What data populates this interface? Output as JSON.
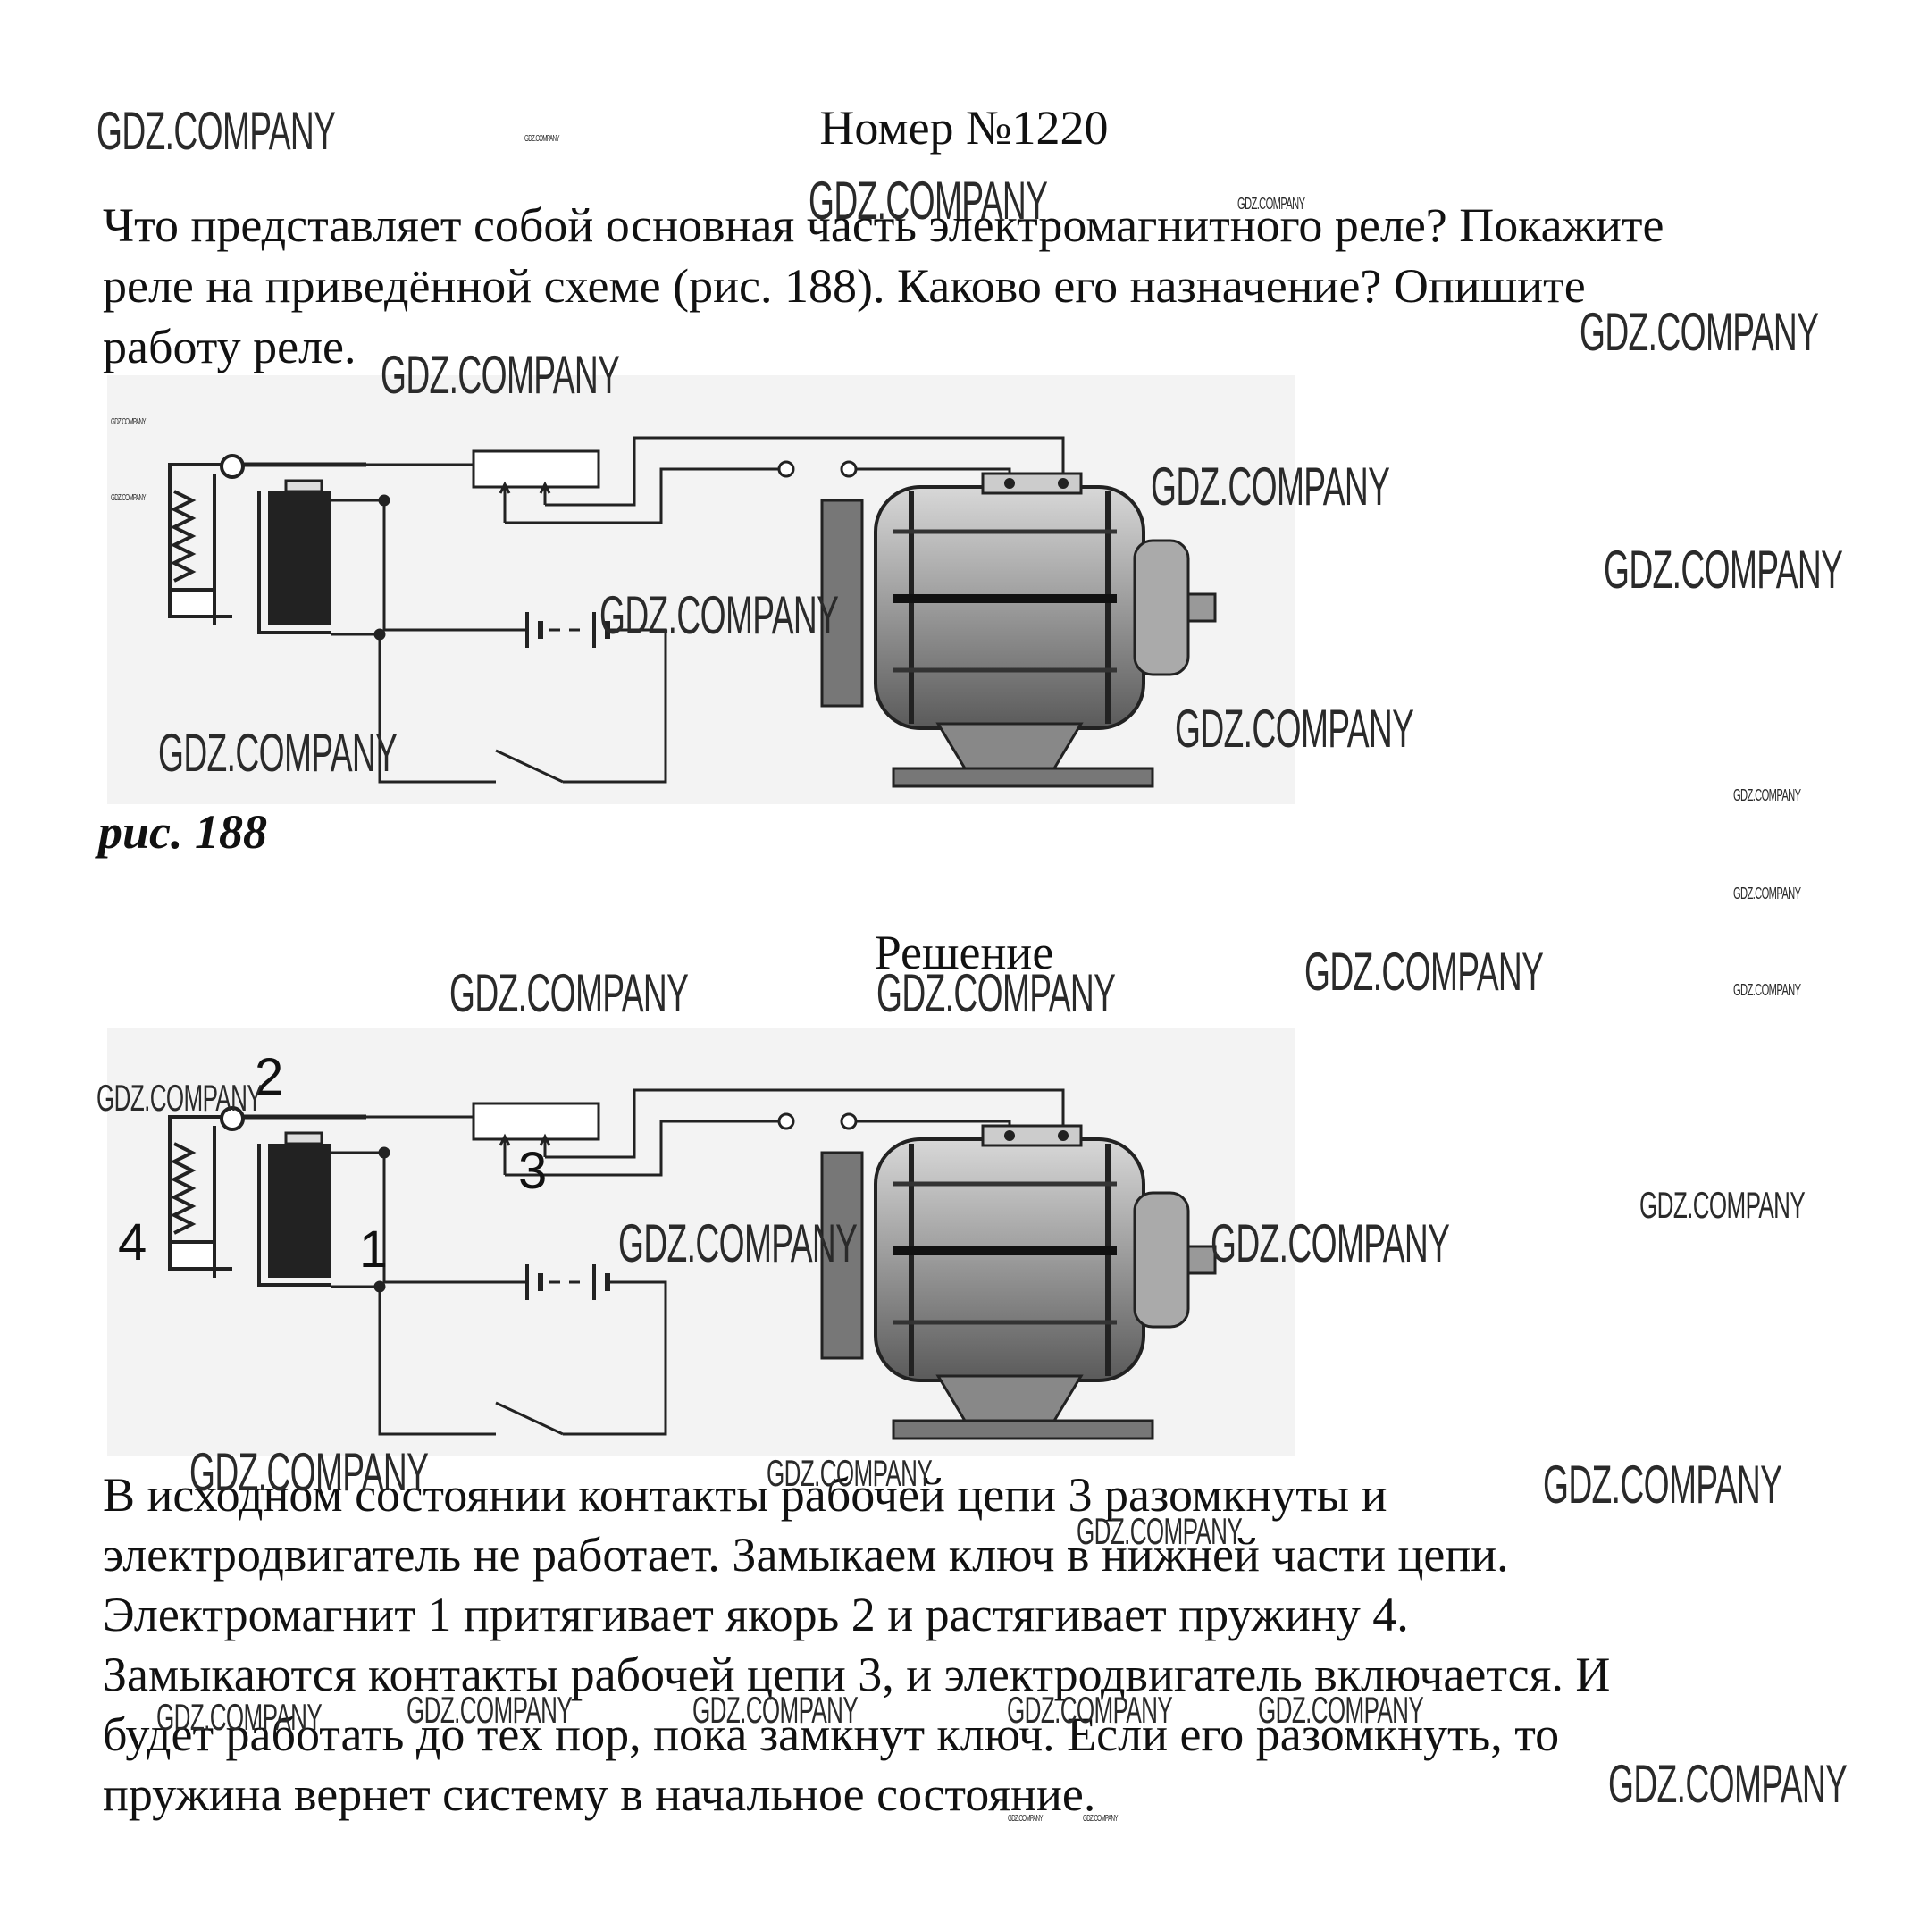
{
  "header": {
    "title": "Номер №1220"
  },
  "question": {
    "lines": [
      "Что представляет собой основная часть электромагнитного реле? Покажите",
      "реле на приведённой схеме (рис. 188). Каково его назначение? Опишите",
      "работу реле."
    ]
  },
  "figure_caption": "рис. 188",
  "solution": {
    "title": "Решение",
    "diagram_labels": {
      "electromagnet": "1",
      "armature": "2",
      "contacts": "3",
      "spring": "4"
    },
    "paragraph_lines": [
      "В исходном состоянии контакты рабочей цепи 3 разомкнуты и",
      "электродвигатель не работает. Замыкаем ключ в нижней части цепи.",
      "Электромагнит 1 притягивает якорь 2 и растягивает пружину 4.",
      "Замыкаются контакты рабочей цепи 3, и электродвигатель включается. И",
      "будет работать до тех пор, пока замкнут ключ. Если его разомкнуть, то",
      "пружина вернет систему в начальное состояние."
    ]
  },
  "watermark": {
    "text": "GDZ.COMPANY"
  }
}
